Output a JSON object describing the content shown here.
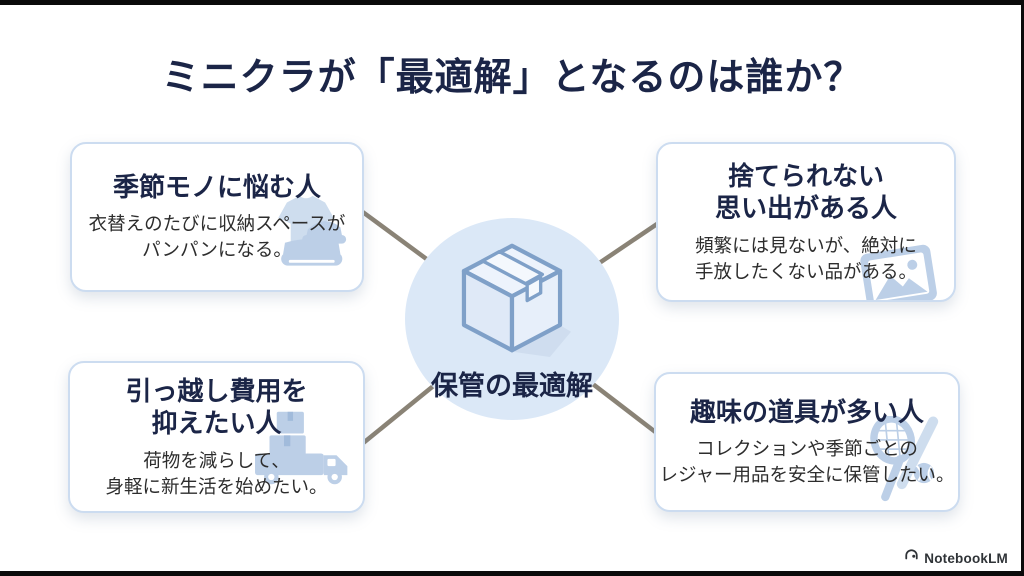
{
  "title": "ミニクラが「最適解」となるのは誰か？",
  "hub": {
    "label": "保管の最適解",
    "icon": "storage-box-icon"
  },
  "cards": [
    {
      "position": "top-left",
      "title": "季節モノに悩む人",
      "body": "衣替えのたびに収納スペースが\nパンパンになる。",
      "icon": "folded-clothes-icon"
    },
    {
      "position": "top-right",
      "title": "捨てられない\n思い出がある人",
      "body": "頻繁には見ないが、絶対に\n手放したくない品がある。",
      "icon": "photo-icon"
    },
    {
      "position": "bottom-left",
      "title": "引っ越し費用を\n抑えたい人",
      "body": "荷物を減らして、\n身軽に新生活を始めたい。",
      "icon": "moving-truck-icon"
    },
    {
      "position": "bottom-right",
      "title": "趣味の道具が多い人",
      "body": "コレクションや季節ごとの\nレジャー用品を安全に保管したい。",
      "icon": "sports-gear-icon"
    }
  ],
  "watermark": {
    "label": "NotebookLM",
    "icon": "notebooklm-icon"
  },
  "colors": {
    "title_navy": "#1b2547",
    "body_text": "#2d2d2d",
    "card_border": "#ccdcf0",
    "hub_fill": "#dbe8f7",
    "box_outline": "#7fa0c8",
    "icon_blue": "#bccfe8",
    "connector_line": "#8a8376",
    "frame_black": "#0a0a0a"
  }
}
